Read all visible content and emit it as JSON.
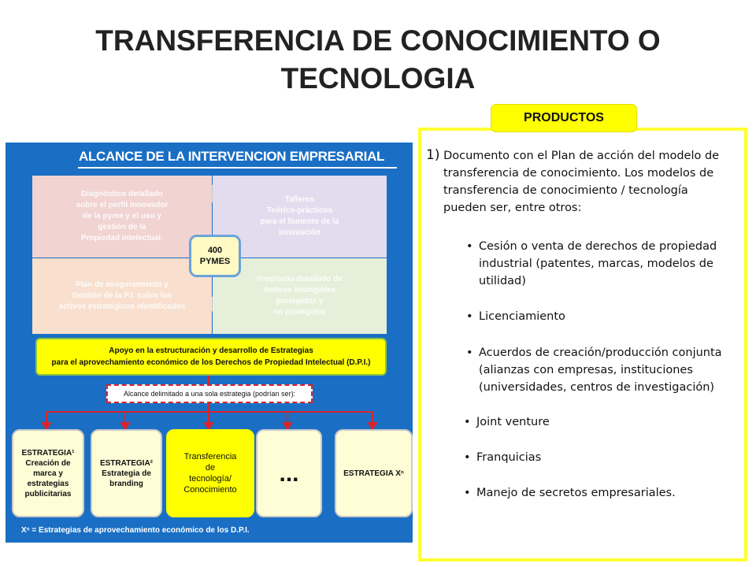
{
  "slide_title": [
    "TRANSFERENCIA DE CONOCIMIENTO O",
    "TECNOLOGIA"
  ],
  "diagram": {
    "title": "ALCANCE DE LA INTERVENCION EMPRESARIAL",
    "quadrants": [
      "Diagnóstico detallado\nsobre el perfil innovador\nde la pyme y el uso y\ngestión de la\nPropiedad intelectual.",
      "Talleres\nTeórico-prácticos\npara el fomento de la\ninnovación",
      "Plan de aseguramiento y\nGestión de la P.I. sobre los\nactivos estratégicos identificados",
      "Inventario detallado de\nActivos intangibles\nprotegidos y\nno protegidos"
    ],
    "pymes_badge": "400\nPYMES",
    "support_box": "Apoyo en la estructuración y desarrollo de Estrategias\npara el aprovechamiento económico de los Derechos de Propiedad Intelectual (D.P.I.)",
    "scope_box": "Alcance delimitado a una sola estrategia (podrían ser):",
    "strategies": [
      "ESTRATEGIA¹\nCreación de\nmarca y\nestrategias\npublicitarias",
      "ESTRATEGIA²\nEstrategia de\nbranding",
      "Transferencia\nde\ntecnología/\nConocimiento",
      "...",
      "ESTRATEGIA Xⁿ"
    ],
    "footnote": "Xⁿ = Estrategias de aprovechamiento económico de los D.P.I.",
    "colors": {
      "background": "#1a6fc4",
      "connector": "#d9242b",
      "highlight": "#ffff00"
    }
  },
  "products": {
    "tag": "PRODUCTOS",
    "intro_number": "1)",
    "intro_first": "Documento con el Plan de acción del modelo de",
    "intro_rest": "transferencia de conocimiento.  Los modelos de\ntransferencia de conocimiento / tecnología\npueden ser, entre otros:",
    "bullets": [
      "Cesión o venta de derechos de propiedad\nindustrial (patentes, marcas, modelos de\nutilidad)",
      "Licenciamiento",
      "Acuerdos de creación/producción conjunta\n(alianzas con empresas, instituciones\n(universidades, centros de investigación)",
      "Joint venture",
      "Franquicias",
      "Manejo de secretos empresariales."
    ],
    "bullet_symbol": "•"
  }
}
